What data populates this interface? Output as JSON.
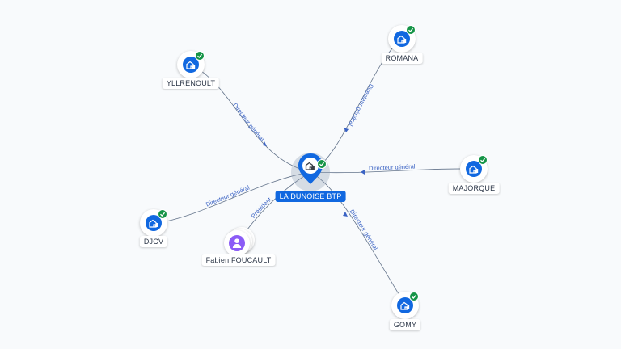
{
  "center": {
    "label": "LA DUNOISE BTP",
    "icon": "building-icon",
    "verified": true
  },
  "companies": [
    {
      "key": "yllrenoult",
      "label": "YLLRENOULT",
      "relation": "Directeur général",
      "icon": "building-icon",
      "verified": true
    },
    {
      "key": "romana",
      "label": "ROMANA",
      "relation": "Directeur général",
      "icon": "building-icon",
      "verified": true
    },
    {
      "key": "majorque",
      "label": "MAJORQUE",
      "relation": "Directeur général",
      "icon": "building-icon",
      "verified": true
    },
    {
      "key": "djcv",
      "label": "DJCV",
      "relation": "Directeur général",
      "icon": "building-icon",
      "verified": true
    },
    {
      "key": "gomy",
      "label": "GOMY",
      "relation": "Directeur général",
      "icon": "building-icon",
      "verified": true
    }
  ],
  "person": {
    "label": "Fabien FOUCAULT",
    "relation": "Président",
    "icon": "person-icon"
  },
  "colors": {
    "brand": "#1168e0",
    "verified": "#159447",
    "person": "#8b5cf6",
    "edge": "#64748b",
    "edge_label": "#3b63c4",
    "background": "#f8fafc"
  }
}
